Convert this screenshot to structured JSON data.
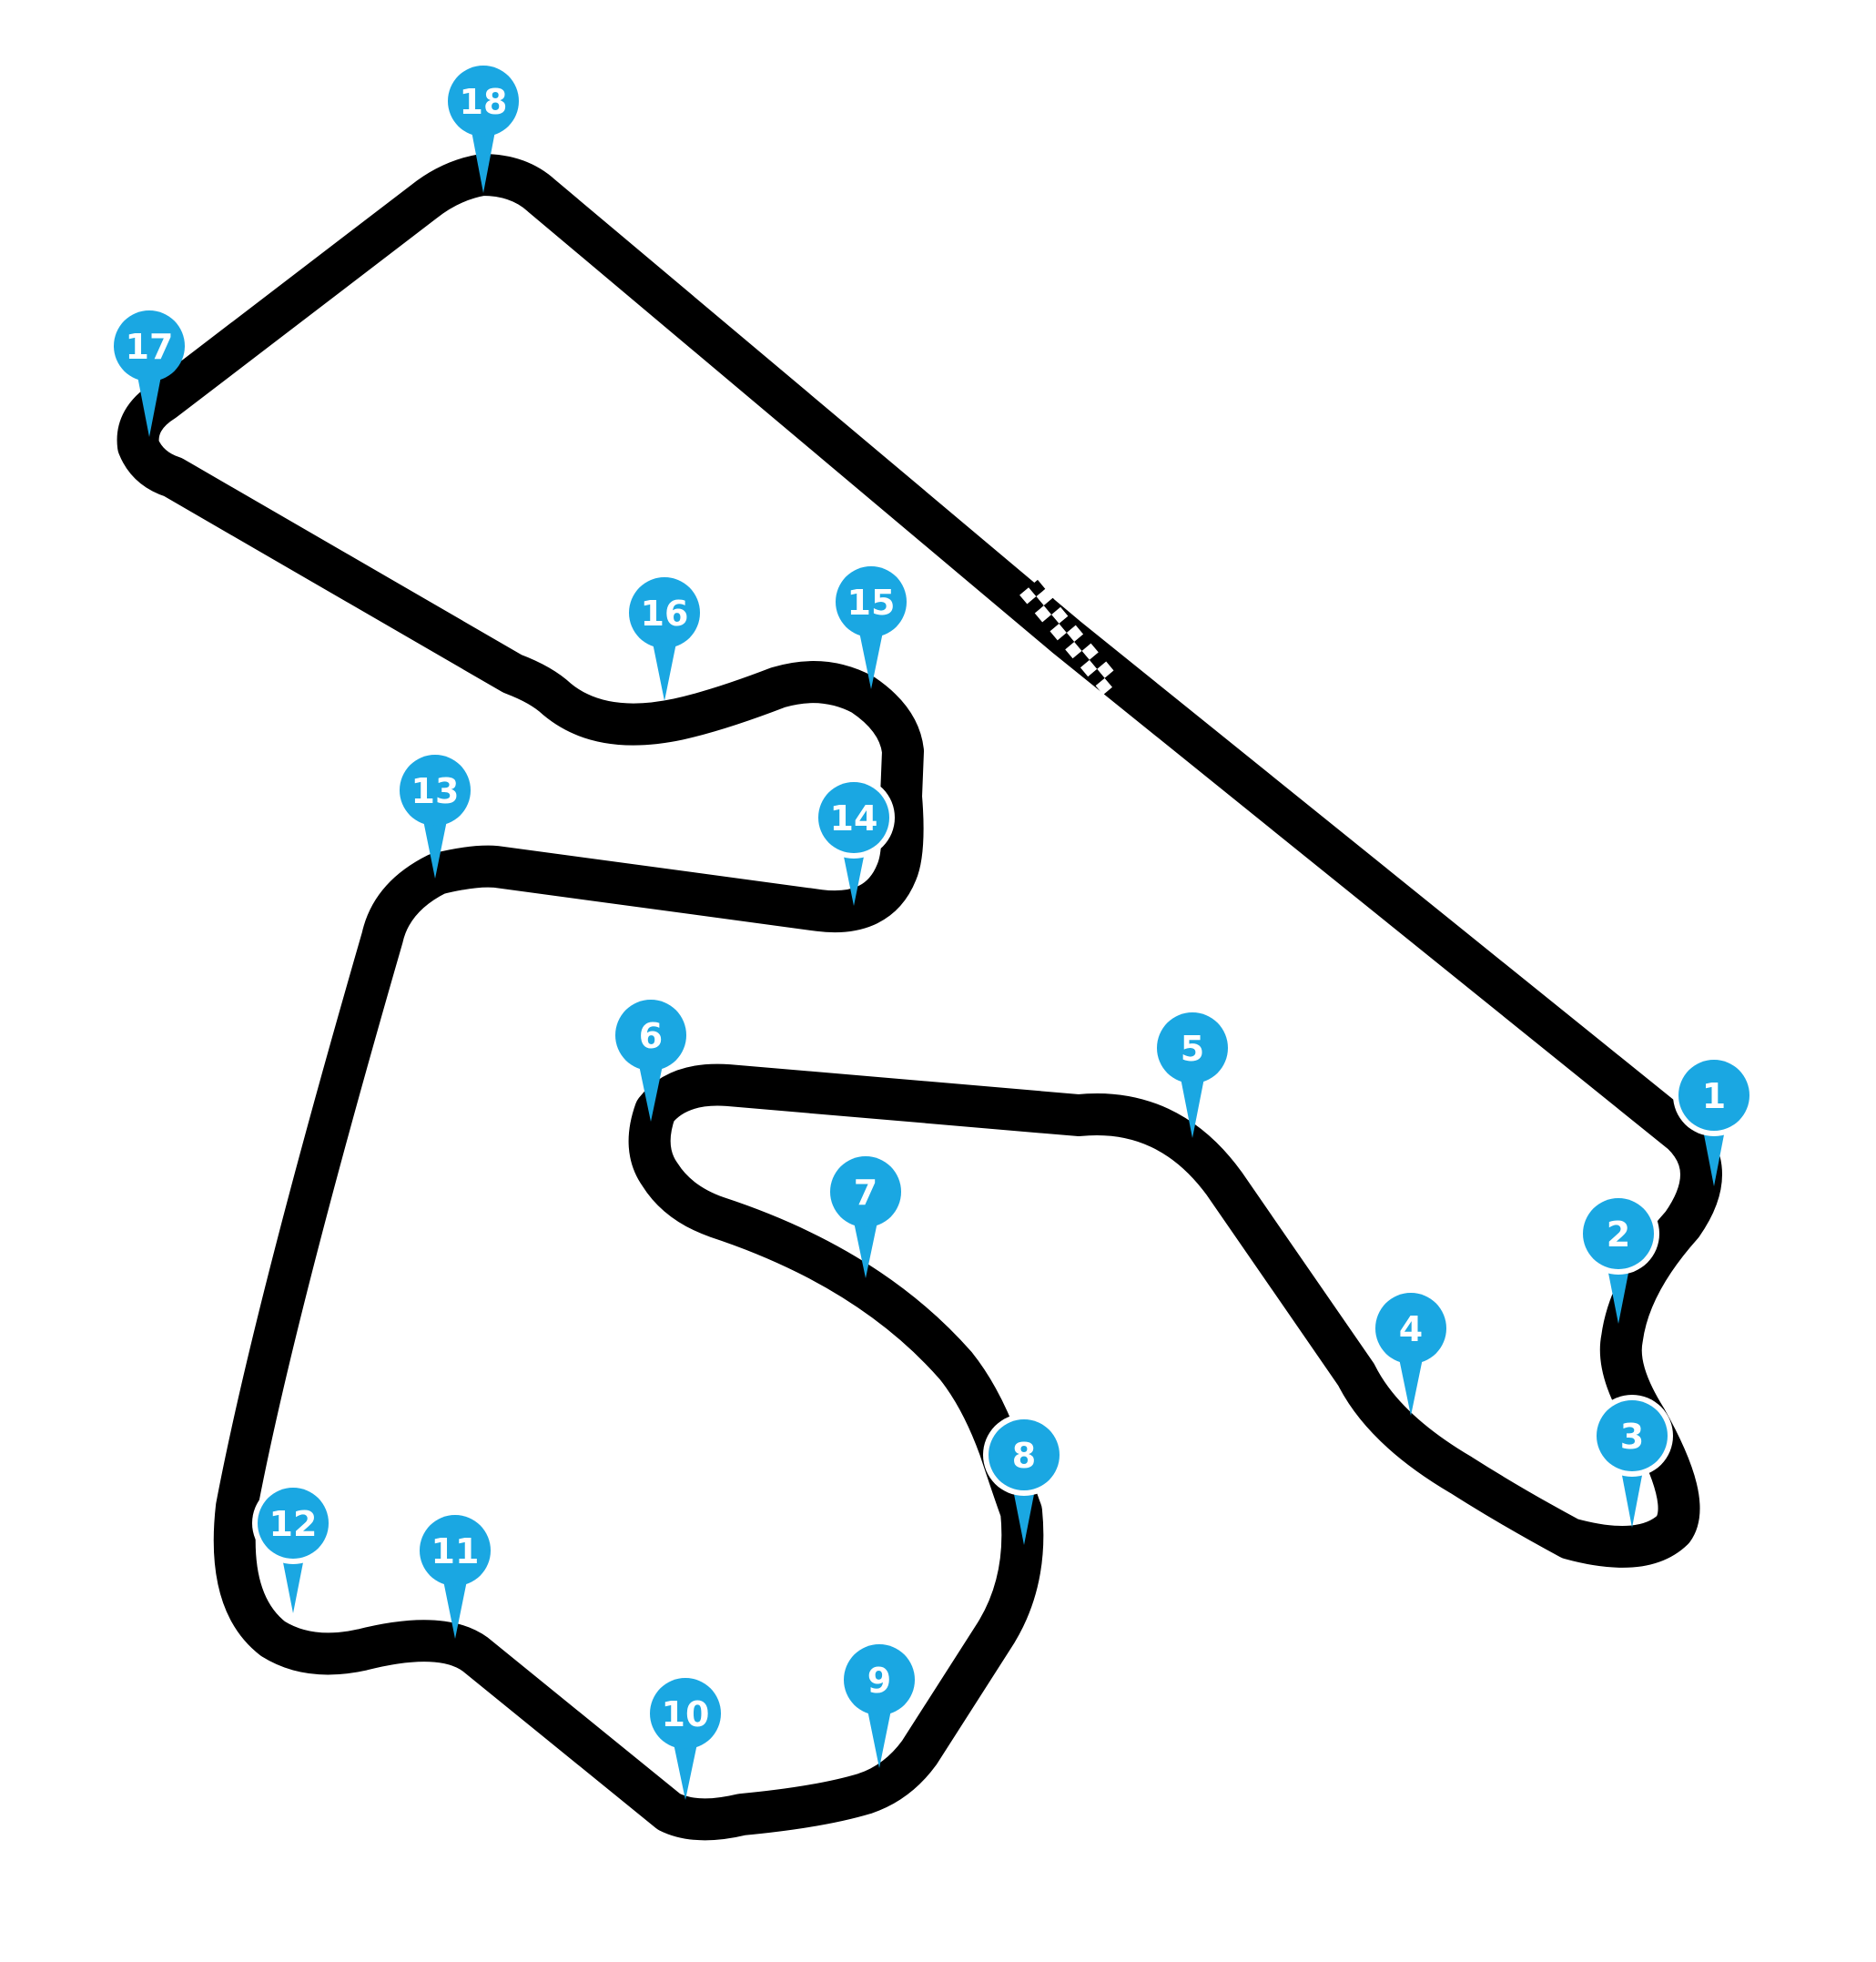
{
  "colors": {
    "background": "#ffffff",
    "track": "#000000",
    "marker": "#1aa7e2",
    "marker_text": "#ffffff"
  },
  "start_finish": {
    "icon": "checkered-flag-icon"
  },
  "turns": [
    {
      "label": "1"
    },
    {
      "label": "2"
    },
    {
      "label": "3"
    },
    {
      "label": "4"
    },
    {
      "label": "5"
    },
    {
      "label": "6"
    },
    {
      "label": "7"
    },
    {
      "label": "8"
    },
    {
      "label": "9"
    },
    {
      "label": "10"
    },
    {
      "label": "11"
    },
    {
      "label": "12"
    },
    {
      "label": "13"
    },
    {
      "label": "14"
    },
    {
      "label": "15"
    },
    {
      "label": "16"
    },
    {
      "label": "17"
    },
    {
      "label": "18"
    }
  ]
}
